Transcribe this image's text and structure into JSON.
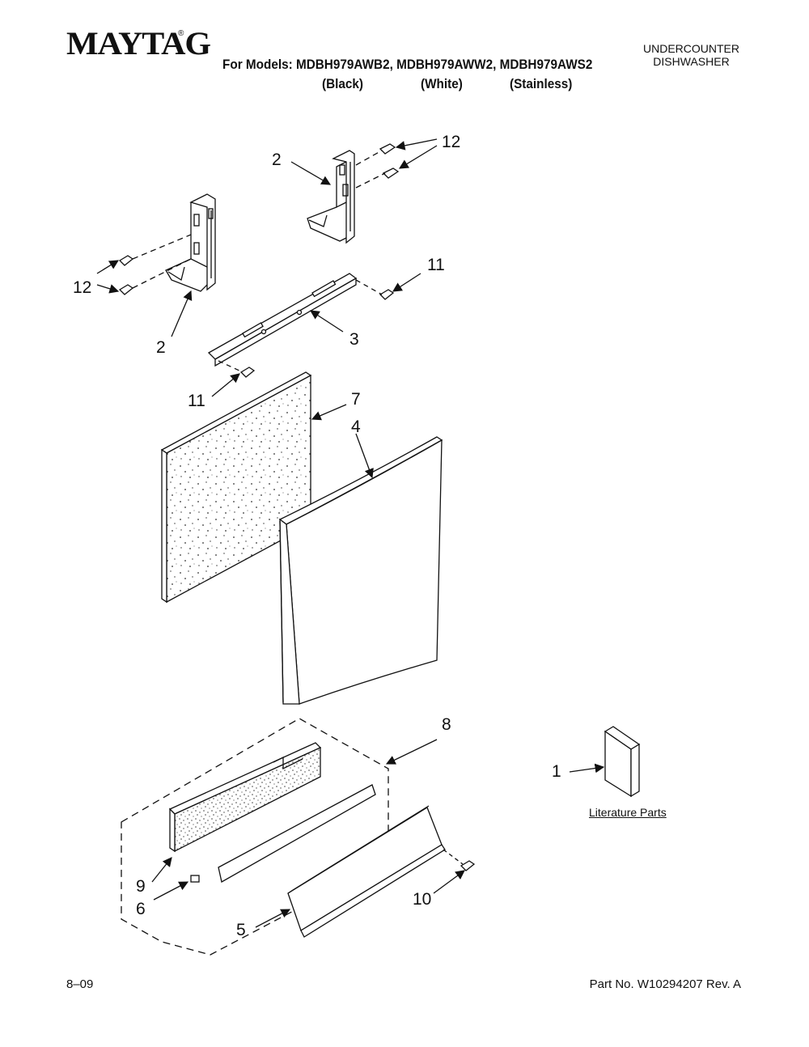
{
  "header": {
    "brand": "MAYTAG",
    "brand_mark": "®",
    "models_line": "For Models: MDBH979AWB2, MDBH979AWW2, MDBH979AWS2",
    "variants": [
      "(Black)",
      "(White)",
      "(Stainless)"
    ],
    "product_type_line1": "UNDERCOUNTER",
    "product_type_line2": "DISHWASHER"
  },
  "callouts": {
    "c12_top": "12",
    "c2_top": "2",
    "c11_right": "11",
    "c12_left": "12",
    "c2_left": "2",
    "c3": "3",
    "c11_left": "11",
    "c7": "7",
    "c4": "4",
    "c8": "8",
    "c1": "1",
    "c9": "9",
    "c6": "6",
    "c10": "10",
    "c5": "5"
  },
  "literature_label": "Literature Parts",
  "footer": {
    "date": "8–09",
    "part_no": "Part No. W10294207 Rev. A"
  }
}
